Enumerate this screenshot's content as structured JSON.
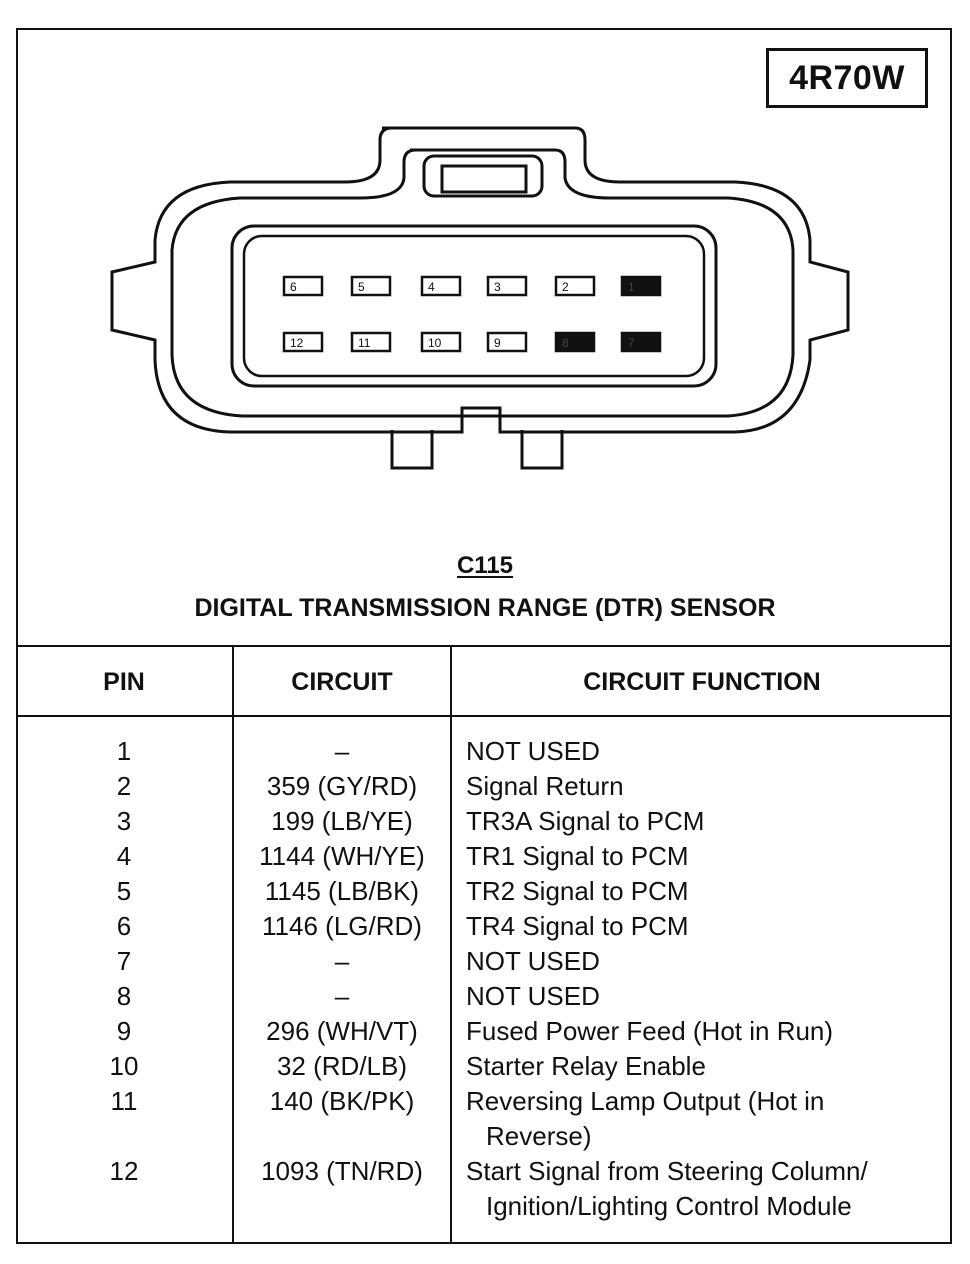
{
  "model": "4R70W",
  "connector": {
    "id": "C115",
    "title": "DIGITAL TRANSMISSION RANGE (DTR) SENSOR",
    "top_row_pins": [
      "6",
      "5",
      "4",
      "3",
      "2",
      "1"
    ],
    "bottom_row_pins": [
      "12",
      "11",
      "10",
      "9",
      "8",
      "7"
    ],
    "filled_pins": [
      "1",
      "7",
      "8"
    ]
  },
  "table": {
    "headers": {
      "pin": "PIN",
      "circuit": "CIRCUIT",
      "function": "CIRCUIT FUNCTION"
    },
    "rows": [
      {
        "pin": "1",
        "circuit": "–",
        "function": [
          "NOT USED"
        ]
      },
      {
        "pin": "2",
        "circuit": "359 (GY/RD)",
        "function": [
          "Signal Return"
        ]
      },
      {
        "pin": "3",
        "circuit": "199 (LB/YE)",
        "function": [
          "TR3A Signal to PCM"
        ]
      },
      {
        "pin": "4",
        "circuit": "1144 (WH/YE)",
        "function": [
          "TR1 Signal to PCM"
        ]
      },
      {
        "pin": "5",
        "circuit": "1145 (LB/BK)",
        "function": [
          "TR2 Signal to PCM"
        ]
      },
      {
        "pin": "6",
        "circuit": "1146 (LG/RD)",
        "function": [
          "TR4 Signal to PCM"
        ]
      },
      {
        "pin": "7",
        "circuit": "–",
        "function": [
          "NOT USED"
        ]
      },
      {
        "pin": "8",
        "circuit": "–",
        "function": [
          "NOT USED"
        ]
      },
      {
        "pin": "9",
        "circuit": "296 (WH/VT)",
        "function": [
          "Fused Power Feed (Hot in Run)"
        ]
      },
      {
        "pin": "10",
        "circuit": "32 (RD/LB)",
        "function": [
          "Starter Relay Enable"
        ]
      },
      {
        "pin": "11",
        "circuit": "140 (BK/PK)",
        "function": [
          "Reversing Lamp Output (Hot in",
          "Reverse)"
        ]
      },
      {
        "pin": "12",
        "circuit": "1093 (TN/RD)",
        "function": [
          "Start Signal from Steering Column/",
          "Ignition/Lighting Control Module"
        ]
      }
    ]
  }
}
